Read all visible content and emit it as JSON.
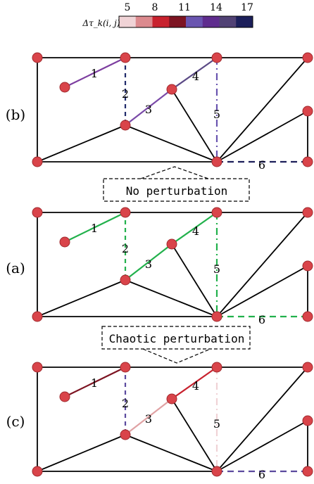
{
  "colorbar": {
    "label": "Δτ_k(i, j)",
    "ticks": [
      "5",
      "8",
      "11",
      "14",
      "17"
    ],
    "swatches": [
      "#f0d3d6",
      "#dc8a8e",
      "#c8222e",
      "#7d1422",
      "#6a55b0",
      "#5f2c8e",
      "#514275",
      "#1c1f5a"
    ]
  },
  "panels": [
    {
      "label": "(b)",
      "edge_labels": [
        "1",
        "2",
        "3",
        "4",
        "5",
        "6"
      ],
      "route_colors": {
        "1": "#7d3ea0",
        "2": "#1f2a6a",
        "3": "#7a4aa8",
        "4": "#5b4a86",
        "5": "#6a55b0",
        "6": "#1c1f5a"
      }
    },
    {
      "label": "(a)",
      "edge_labels": [
        "1",
        "2",
        "3",
        "4",
        "5",
        "6"
      ],
      "route_colors": {
        "1": "#22b14c",
        "2": "#22b14c",
        "3": "#22b14c",
        "4": "#22b14c",
        "5": "#22b14c",
        "6": "#22b14c"
      }
    },
    {
      "label": "(c)",
      "edge_labels": [
        "1",
        "2",
        "3",
        "4",
        "5",
        "6"
      ],
      "route_colors": {
        "1": "#7d1422",
        "2": "#5b4a9e",
        "3": "#e0a2a4",
        "4": "#c8222e",
        "5": "#f0d3d6",
        "6": "#5b4a9e"
      }
    }
  ],
  "annotations": {
    "top": "No perturbation",
    "bottom": "Chaotic perturbation"
  },
  "colors": {
    "node": "#d9444a",
    "node_stroke": "#a02a2e",
    "edge": "#000000"
  }
}
